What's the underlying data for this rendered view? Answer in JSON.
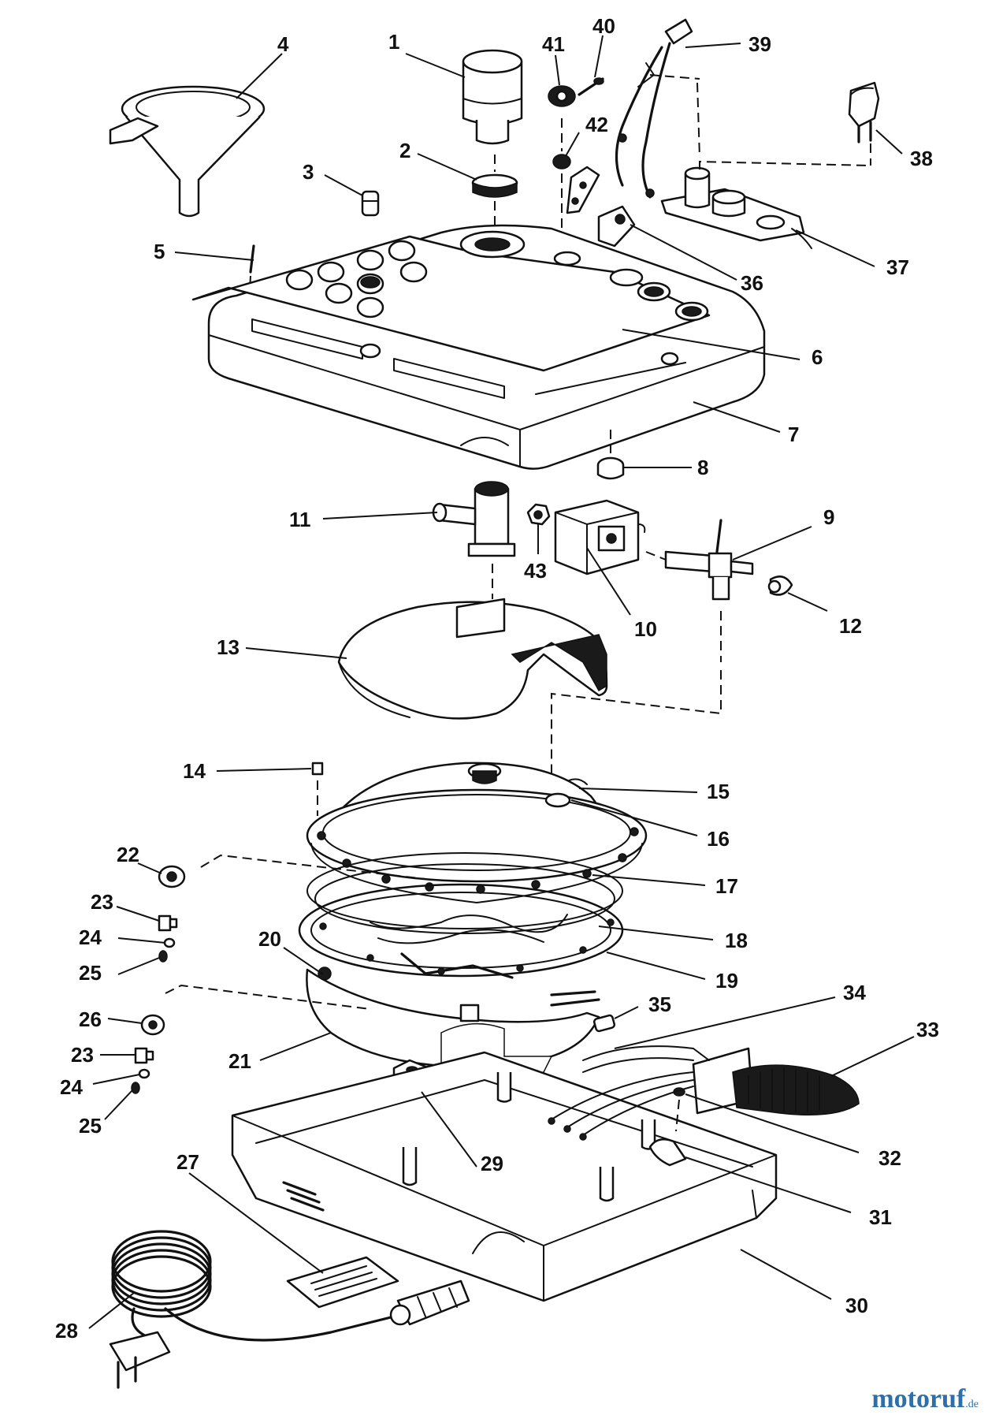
{
  "callouts": [
    {
      "id": "c1",
      "label": "1"
    },
    {
      "id": "c2",
      "label": "2"
    },
    {
      "id": "c3",
      "label": "3"
    },
    {
      "id": "c4",
      "label": "4"
    },
    {
      "id": "c5",
      "label": "5"
    },
    {
      "id": "c6",
      "label": "6"
    },
    {
      "id": "c7",
      "label": "7"
    },
    {
      "id": "c8",
      "label": "8"
    },
    {
      "id": "c9",
      "label": "9"
    },
    {
      "id": "c10",
      "label": "10"
    },
    {
      "id": "c11",
      "label": "11"
    },
    {
      "id": "c12",
      "label": "12"
    },
    {
      "id": "c13",
      "label": "13"
    },
    {
      "id": "c14",
      "label": "14"
    },
    {
      "id": "c15",
      "label": "15"
    },
    {
      "id": "c16",
      "label": "16"
    },
    {
      "id": "c17",
      "label": "17"
    },
    {
      "id": "c18",
      "label": "18"
    },
    {
      "id": "c19",
      "label": "19"
    },
    {
      "id": "c20",
      "label": "20"
    },
    {
      "id": "c21",
      "label": "21"
    },
    {
      "id": "c22",
      "label": "22"
    },
    {
      "id": "c23a",
      "label": "23"
    },
    {
      "id": "c24a",
      "label": "24"
    },
    {
      "id": "c25a",
      "label": "25"
    },
    {
      "id": "c26",
      "label": "26"
    },
    {
      "id": "c23b",
      "label": "23"
    },
    {
      "id": "c24b",
      "label": "24"
    },
    {
      "id": "c25b",
      "label": "25"
    },
    {
      "id": "c27",
      "label": "27"
    },
    {
      "id": "c28",
      "label": "28"
    },
    {
      "id": "c29",
      "label": "29"
    },
    {
      "id": "c30",
      "label": "30"
    },
    {
      "id": "c31",
      "label": "31"
    },
    {
      "id": "c32",
      "label": "32"
    },
    {
      "id": "c33",
      "label": "33"
    },
    {
      "id": "c34",
      "label": "34"
    },
    {
      "id": "c35",
      "label": "35"
    },
    {
      "id": "c36",
      "label": "36"
    },
    {
      "id": "c37",
      "label": "37"
    },
    {
      "id": "c38",
      "label": "38"
    },
    {
      "id": "c39",
      "label": "39"
    },
    {
      "id": "c40",
      "label": "40"
    },
    {
      "id": "c41",
      "label": "41"
    },
    {
      "id": "c42",
      "label": "42"
    },
    {
      "id": "c43",
      "label": "43"
    }
  ],
  "watermark": {
    "brand": "motoruf",
    "tld": ".de"
  }
}
